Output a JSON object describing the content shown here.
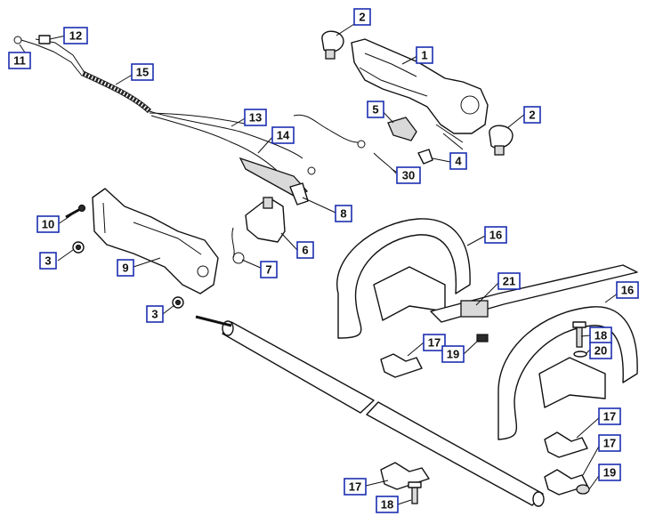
{
  "callouts": {
    "c1": "1",
    "c2a": "2",
    "c2b": "2",
    "c3a": "3",
    "c3b": "3",
    "c4": "4",
    "c5": "5",
    "c6": "6",
    "c7": "7",
    "c8": "8",
    "c9": "9",
    "c10": "10",
    "c11": "11",
    "c12": "12",
    "c13": "13",
    "c14": "14",
    "c15": "15",
    "c16a": "16",
    "c16b": "16",
    "c17a": "17",
    "c17b": "17",
    "c17c": "17",
    "c17d": "17",
    "c18a": "18",
    "c18b": "18",
    "c19a": "19",
    "c19b": "19",
    "c20": "20",
    "c21": "21",
    "c30": "30"
  },
  "colors": {
    "callout_border": "#1c2fb0",
    "line": "#111111"
  }
}
